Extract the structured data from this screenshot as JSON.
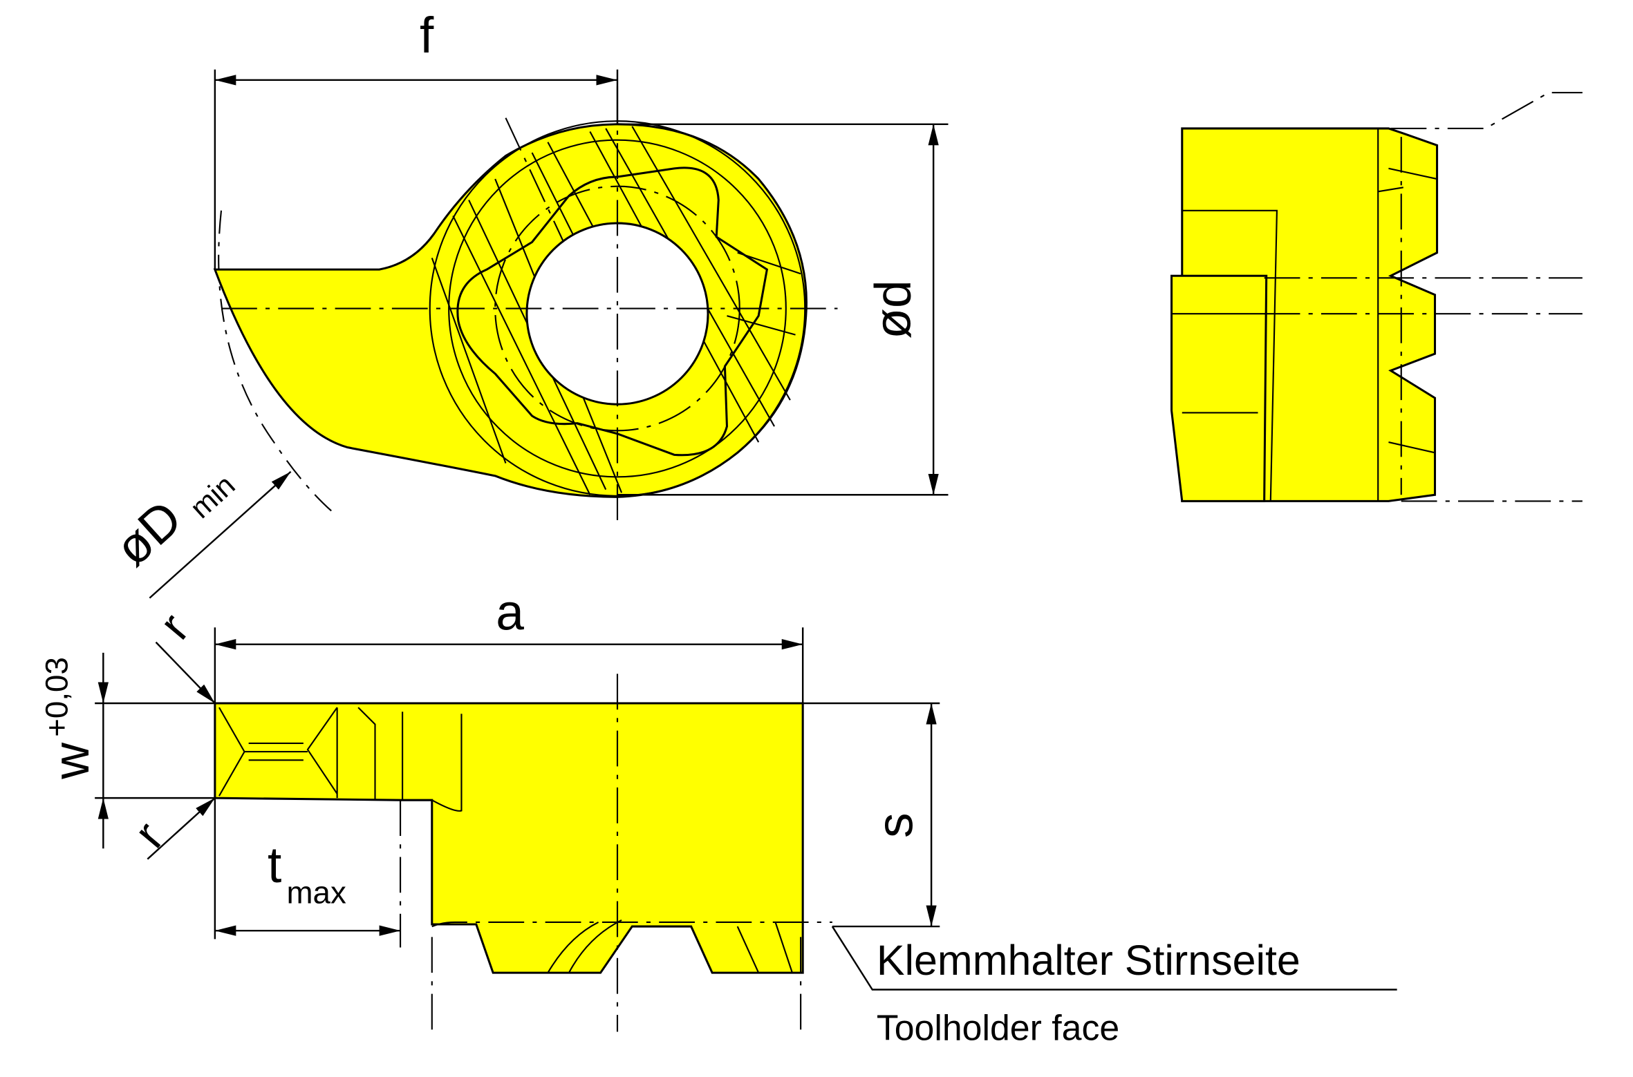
{
  "colors": {
    "insert_fill": "#FFFF00",
    "line": "#000000",
    "background": "#FFFFFF"
  },
  "labels": {
    "f": "f",
    "d": "ød",
    "D_min_main": "øD",
    "D_min_sub": "min",
    "a": "a",
    "r_top": "r",
    "r_bottom": "r",
    "w_main": "w",
    "w_tol": "+0,03",
    "t_main": "t",
    "t_sub": "max",
    "s": "s"
  },
  "annotation": {
    "german": "Klemmhalter Stirnseite",
    "english": "Toolholder face"
  }
}
